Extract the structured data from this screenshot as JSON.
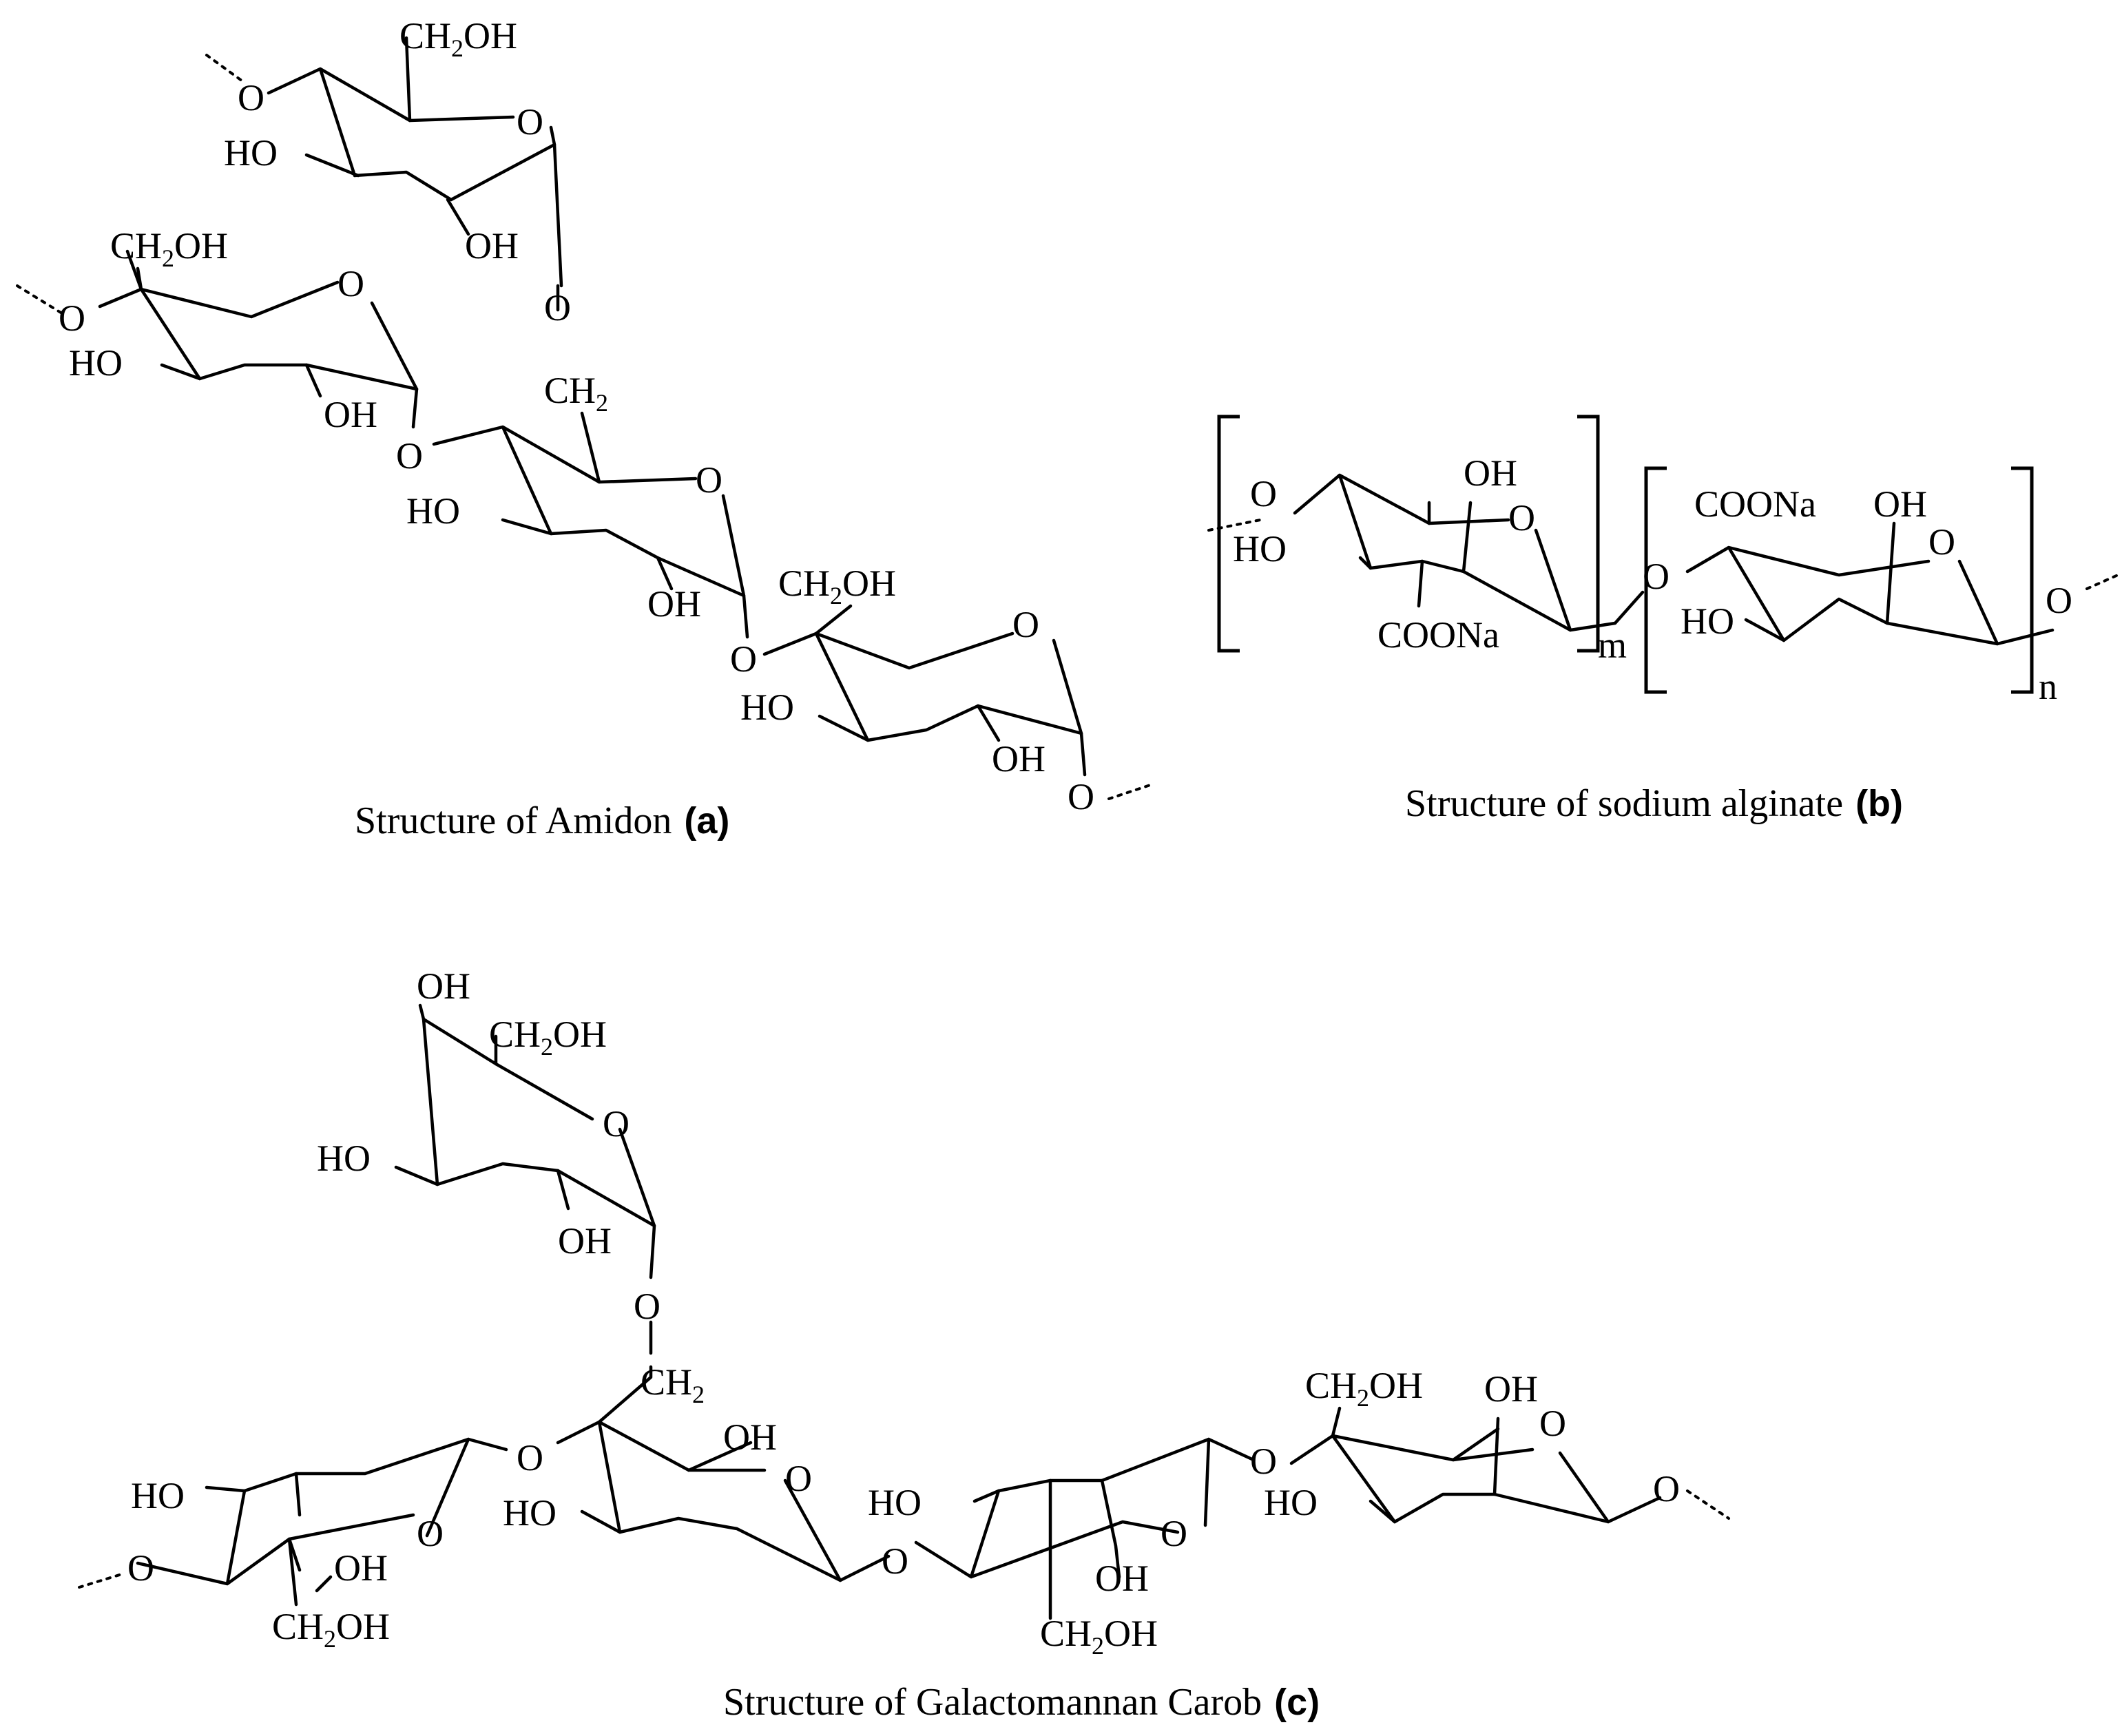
{
  "atoms": {
    "o": "O",
    "ho": "HO",
    "oh": "OH",
    "ch2oh": [
      "CH",
      "2",
      "OH"
    ],
    "ch2": [
      "CH",
      "2"
    ],
    "coona": "COONa"
  },
  "repeat_units": {
    "m": "m",
    "n": "n"
  },
  "captions": {
    "a": {
      "text": "Structure of Amidon",
      "label": "(a)"
    },
    "b": {
      "text": "Structure of sodium alginate",
      "label": "(b)"
    },
    "c": {
      "text": "Structure of Galactomannan Carob",
      "label": "(c)"
    }
  }
}
